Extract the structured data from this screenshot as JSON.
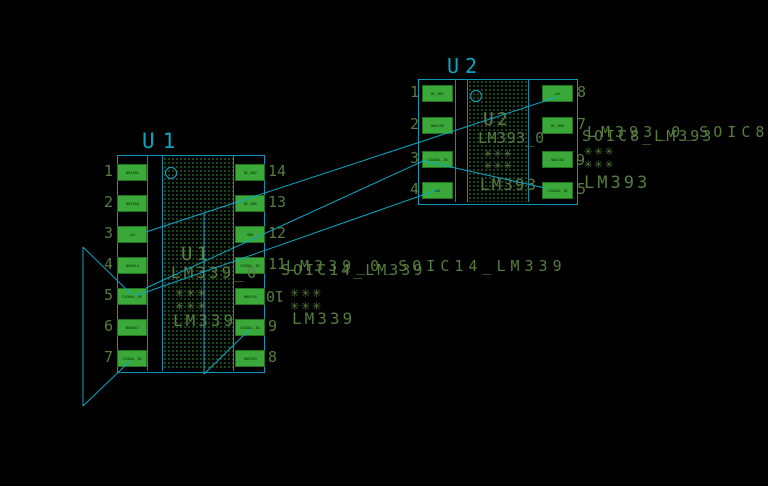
{
  "colors": {
    "background": "#000000",
    "pad_green": "#3aa93a",
    "silk_cyan": "#0d9ab8",
    "ratsnest_cyan": "#0fa6c4",
    "text_green": "#567c3e",
    "pad_label_dark": "#0d2b06"
  },
  "u1": {
    "ref": "U1",
    "inner_ref": "U1",
    "value": "LM339_0",
    "stars": "✳✳✳",
    "name": "LM339",
    "fp_short": "SOIC14_LM339",
    "fp_long": "LM339_0_SOIC14_LM339",
    "fp_name": "LM339",
    "left": [
      {
        "num": "1",
        "label": "N01892"
      },
      {
        "num": "2",
        "label": "N01858"
      },
      {
        "num": "3",
        "label": "+3V"
      },
      {
        "num": "4",
        "label": "N00814"
      },
      {
        "num": "5",
        "label": "SIGNAL_IN"
      },
      {
        "num": "6",
        "label": "N00857"
      },
      {
        "num": "7",
        "label": "SIGNAL_IN"
      }
    ],
    "right": [
      {
        "num": "14",
        "label": "NC_B02"
      },
      {
        "num": "13",
        "label": "NC_B06"
      },
      {
        "num": "12",
        "label": "GND"
      },
      {
        "num": "11",
        "label": "SIGNAL_IN"
      },
      {
        "num": "10",
        "label": "N00195"
      },
      {
        "num": "9",
        "label": "SIGNAL_IN"
      },
      {
        "num": "8",
        "label": "N00283"
      }
    ]
  },
  "u2": {
    "ref": "U2",
    "inner_ref": "U2",
    "value": "LM393_0",
    "stars": "✳✳✳",
    "name": "LM393",
    "fp_short": "SOIC8_LM393",
    "fp_long": "LM393_0_SOIC8_LM393",
    "fp_name": "LM393",
    "left": [
      {
        "num": "1",
        "label": "NC_B02"
      },
      {
        "num": "2",
        "label": "N00258"
      },
      {
        "num": "3",
        "label": "SIGNAL_IN"
      },
      {
        "num": "4",
        "label": "GND"
      }
    ],
    "right": [
      {
        "num": "8",
        "label": "+3V"
      },
      {
        "num": "7",
        "label": "NC_B06"
      },
      {
        "num": "6",
        "label": "N00258"
      },
      {
        "num": "5",
        "label": "SIGNAL_IN"
      }
    ]
  }
}
